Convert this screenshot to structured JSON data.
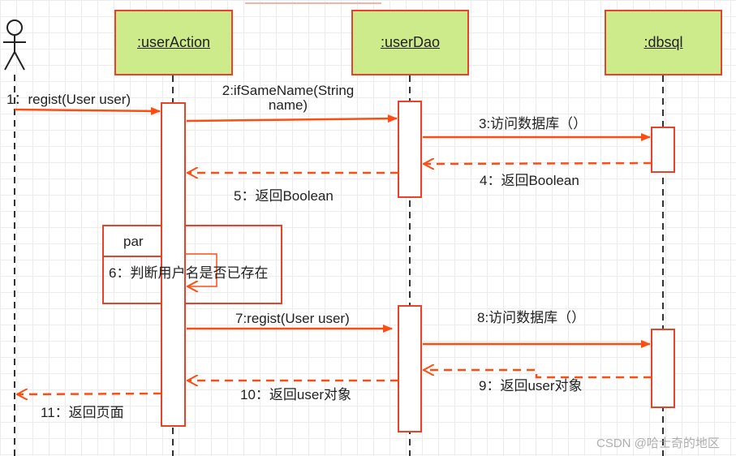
{
  "lifelines": [
    {
      "id": "userAction",
      "label": ":userAction"
    },
    {
      "id": "userDao",
      "label": ":userDao"
    },
    {
      "id": "dbsql",
      "label": ":dbsql"
    }
  ],
  "fragment": {
    "label": "par"
  },
  "messages": {
    "m1": "1：regist(User user)",
    "m2": "2:ifSameName(String\nname)",
    "m3": "3:访问数据库（）",
    "m4": "4：返回Boolean",
    "m5": "5：返回Boolean",
    "m6": "6：判断用户名是否已存在",
    "m7": "7:regist(User user)",
    "m8": "8:访问数据库（）",
    "m9": "9：返回user对象",
    "m10": "10：返回user对象",
    "m11": "11：返回页面"
  },
  "watermark": "CSDN @哈士奇的地区",
  "colors": {
    "box_fill": "#cdeb8b",
    "line": "#e8432a",
    "arrow": "#ff4d12"
  }
}
